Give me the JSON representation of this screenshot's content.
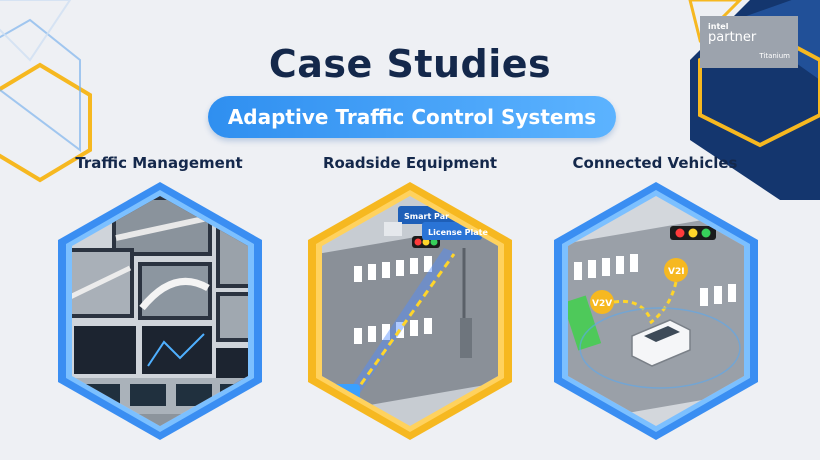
{
  "header": {
    "title": "Case Studies",
    "subtitle": "Adaptive Traffic Control Systems"
  },
  "badge": {
    "brand": "intel",
    "label": "partner",
    "tier": "Titanium"
  },
  "case_studies": [
    {
      "label": "Traffic Management",
      "frame_color": "#3a8ef2",
      "icon": "control-room-monitors"
    },
    {
      "label": "Roadside Equipment",
      "frame_color": "#f6b820",
      "icon": "intersection-sensors",
      "tags": [
        "Smart Par",
        "License Plate"
      ]
    },
    {
      "label": "Connected Vehicles",
      "frame_color": "#3a8ef2",
      "icon": "v2x-intersection",
      "tags": [
        "V2I",
        "V2V"
      ]
    }
  ],
  "colors": {
    "title": "#14284b",
    "accent_blue": "#3a8ef2",
    "accent_yellow": "#f6b820",
    "navy": "#14366e"
  }
}
